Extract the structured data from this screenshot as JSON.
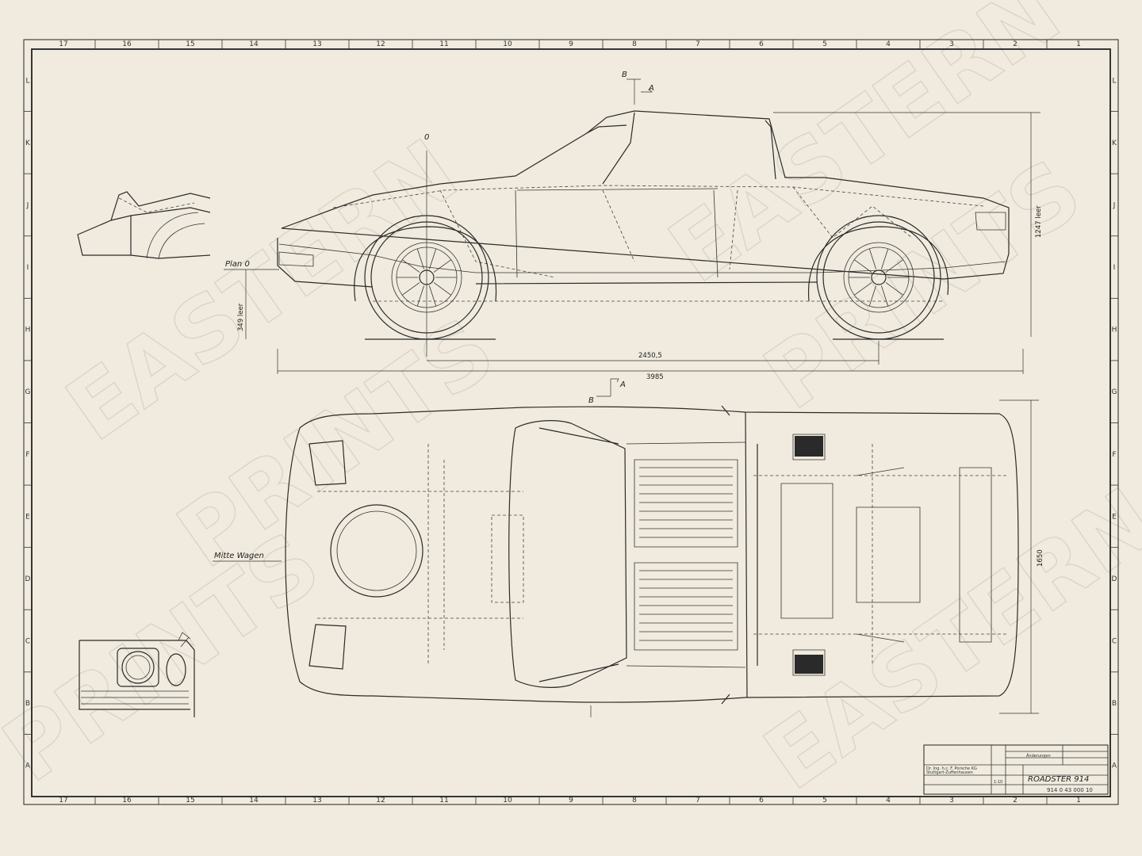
{
  "frame": {
    "columns": [
      "17",
      "16",
      "15",
      "14",
      "13",
      "12",
      "11",
      "10",
      "9",
      "8",
      "7",
      "6",
      "5",
      "4",
      "3",
      "2",
      "1"
    ],
    "rows": [
      "L",
      "K",
      "J",
      "I",
      "H",
      "G",
      "F",
      "E",
      "D",
      "C",
      "B",
      "A"
    ]
  },
  "labels": {
    "plan": "Plan 0",
    "mitte": "Mitte Wagen",
    "zero": "0",
    "section_b": "B",
    "section_a": "A"
  },
  "dimensions": {
    "wheelbase": "2450,5",
    "length": "3985",
    "height": "1247 leer",
    "ground": "349 leer",
    "width": "1650"
  },
  "title_block": {
    "company_line1": "Dr. Ing. h.c. F. Porsche KG",
    "company_line2": "Stuttgart-Zuffenhausen",
    "header_note": "Änderungen",
    "scale": "1:10",
    "title": "ROADSTER 914",
    "number": "914 0 43 000 10"
  },
  "watermark": {
    "line1": "EASTERN",
    "line2": "PRINTS"
  }
}
